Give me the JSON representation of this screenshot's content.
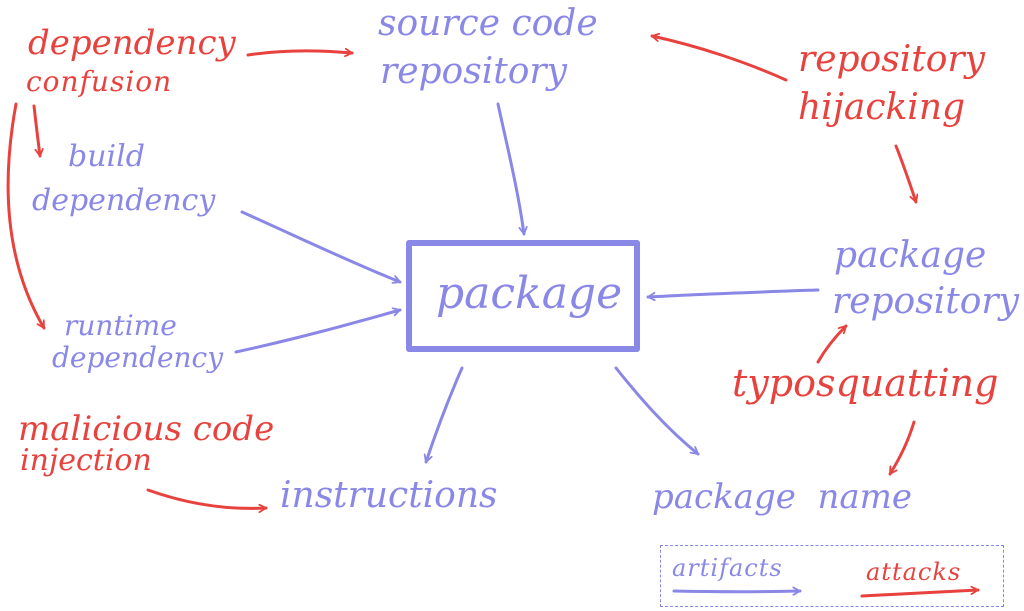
{
  "nodes": {
    "source_code_repository": [
      "source code",
      "repository"
    ],
    "build_dependency": [
      "build",
      "dependency"
    ],
    "runtime_dependency": [
      "runtime",
      "dependency"
    ],
    "package": "package",
    "package_repository": [
      "package",
      "repository"
    ],
    "instructions": "instructions",
    "package_name": "package  name"
  },
  "attacks": {
    "dependency_confusion": [
      "dependency",
      "confusion"
    ],
    "repository_hijacking": [
      "repository",
      "hijacking"
    ],
    "malicious_code_injection": [
      "malicious code",
      "injection"
    ],
    "typosquatting": "typosquatting"
  },
  "legend": {
    "artifacts": "artifacts",
    "attacks": "attacks"
  },
  "colors": {
    "artifact": "#8a88e6",
    "attack": "#e8423e"
  }
}
